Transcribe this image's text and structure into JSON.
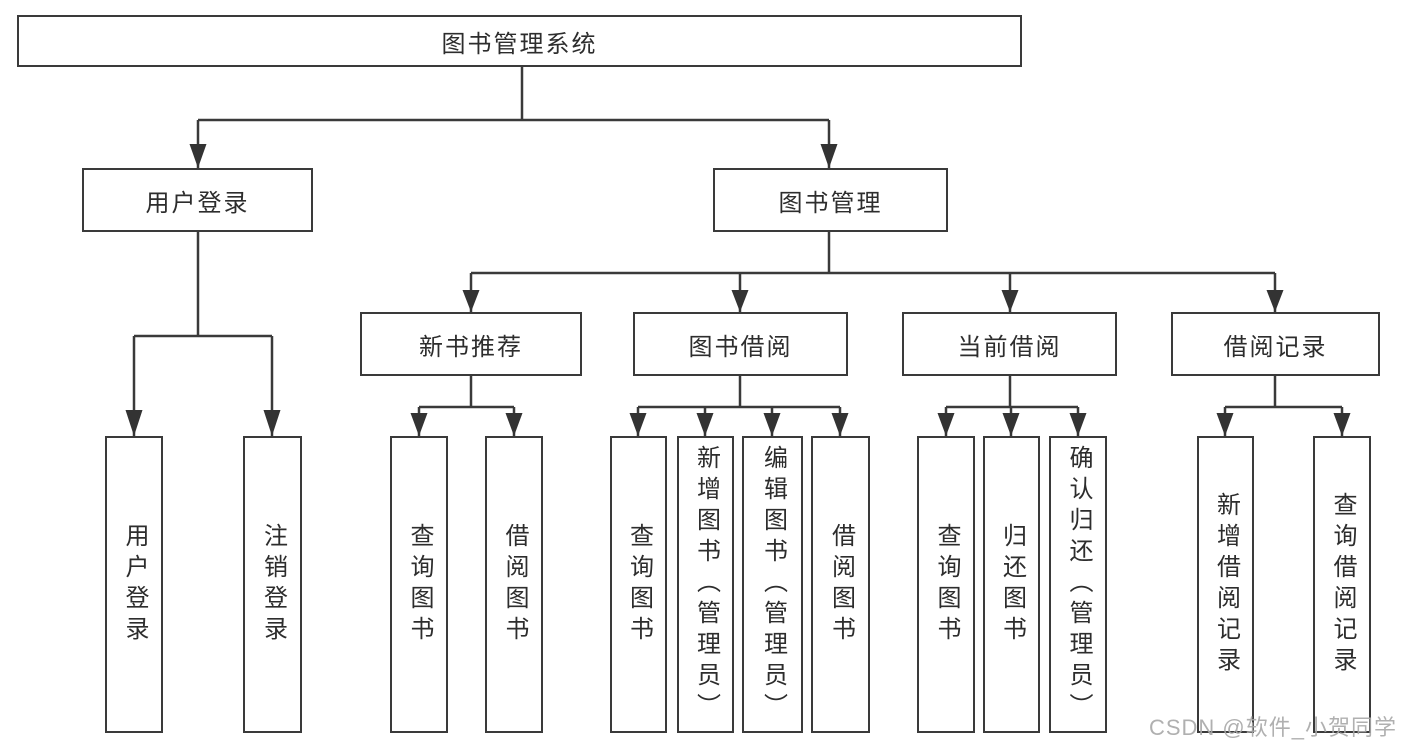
{
  "title": "图书管理系统",
  "colors": {
    "line": "#3a3a3a",
    "box_border": "#3a3a3a",
    "box_fill": "#ffffff",
    "text": "#2d2d2d",
    "watermark": "#a8a8a8"
  },
  "watermark": {
    "text": "CSDN @软件_小贺同学"
  },
  "tree": {
    "root": "图书管理系统",
    "children": [
      {
        "label": "用户登录",
        "children": [
          "用户登录",
          "注销登录"
        ]
      },
      {
        "label": "图书管理",
        "children": [
          {
            "label": "新书推荐",
            "children": [
              "查询图书",
              "借阅图书"
            ]
          },
          {
            "label": "图书借阅",
            "children": [
              "查询图书",
              "新增图书（管理员）",
              "编辑图书（管理员）",
              "借阅图书"
            ]
          },
          {
            "label": "当前借阅",
            "children": [
              "查询图书",
              "归还图书",
              "确认归还（管理员）"
            ]
          },
          {
            "label": "借阅记录",
            "children": [
              "新增借阅记录",
              "查询借阅记录"
            ]
          }
        ]
      }
    ]
  }
}
